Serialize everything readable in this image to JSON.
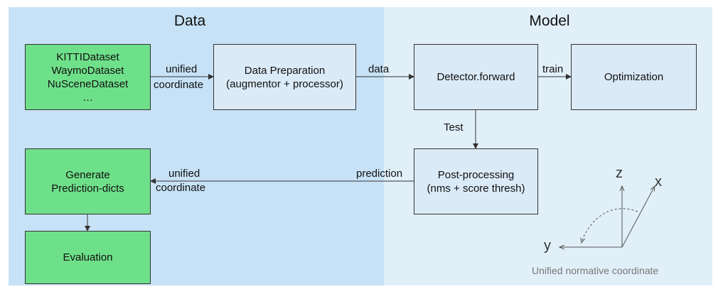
{
  "regions": {
    "data_title": "Data",
    "model_title": "Model"
  },
  "boxes": {
    "datasets": [
      "KITTIDataset",
      "WaymoDataset",
      "NuSceneDataset",
      "…"
    ],
    "data_preparation": [
      "Data Preparation",
      "(augmentor + processor)"
    ],
    "detector_forward": "Detector.forward",
    "optimization": "Optimization",
    "post_processing": [
      "Post-processing",
      "(nms + score thresh)"
    ],
    "generate_prediction": [
      "Generate",
      "Prediction-dicts"
    ],
    "evaluation": "Evaluation"
  },
  "edges": {
    "unified_coordinate_top": [
      "unified",
      "coordinate"
    ],
    "data": "data",
    "train": "train",
    "test": "Test",
    "prediction": "prediction",
    "unified_coordinate_bottom": [
      "unified",
      "coordinate"
    ]
  },
  "coordinate_figure": {
    "axis_z": "z",
    "axis_x": "x",
    "axis_y": "y",
    "caption": "Unified normative coordinate"
  },
  "colors": {
    "data_region": "#c7e2f6",
    "model_region": "#e1eff9",
    "green_box": "#6fe08a",
    "blue_box": "#dbeaf7"
  }
}
